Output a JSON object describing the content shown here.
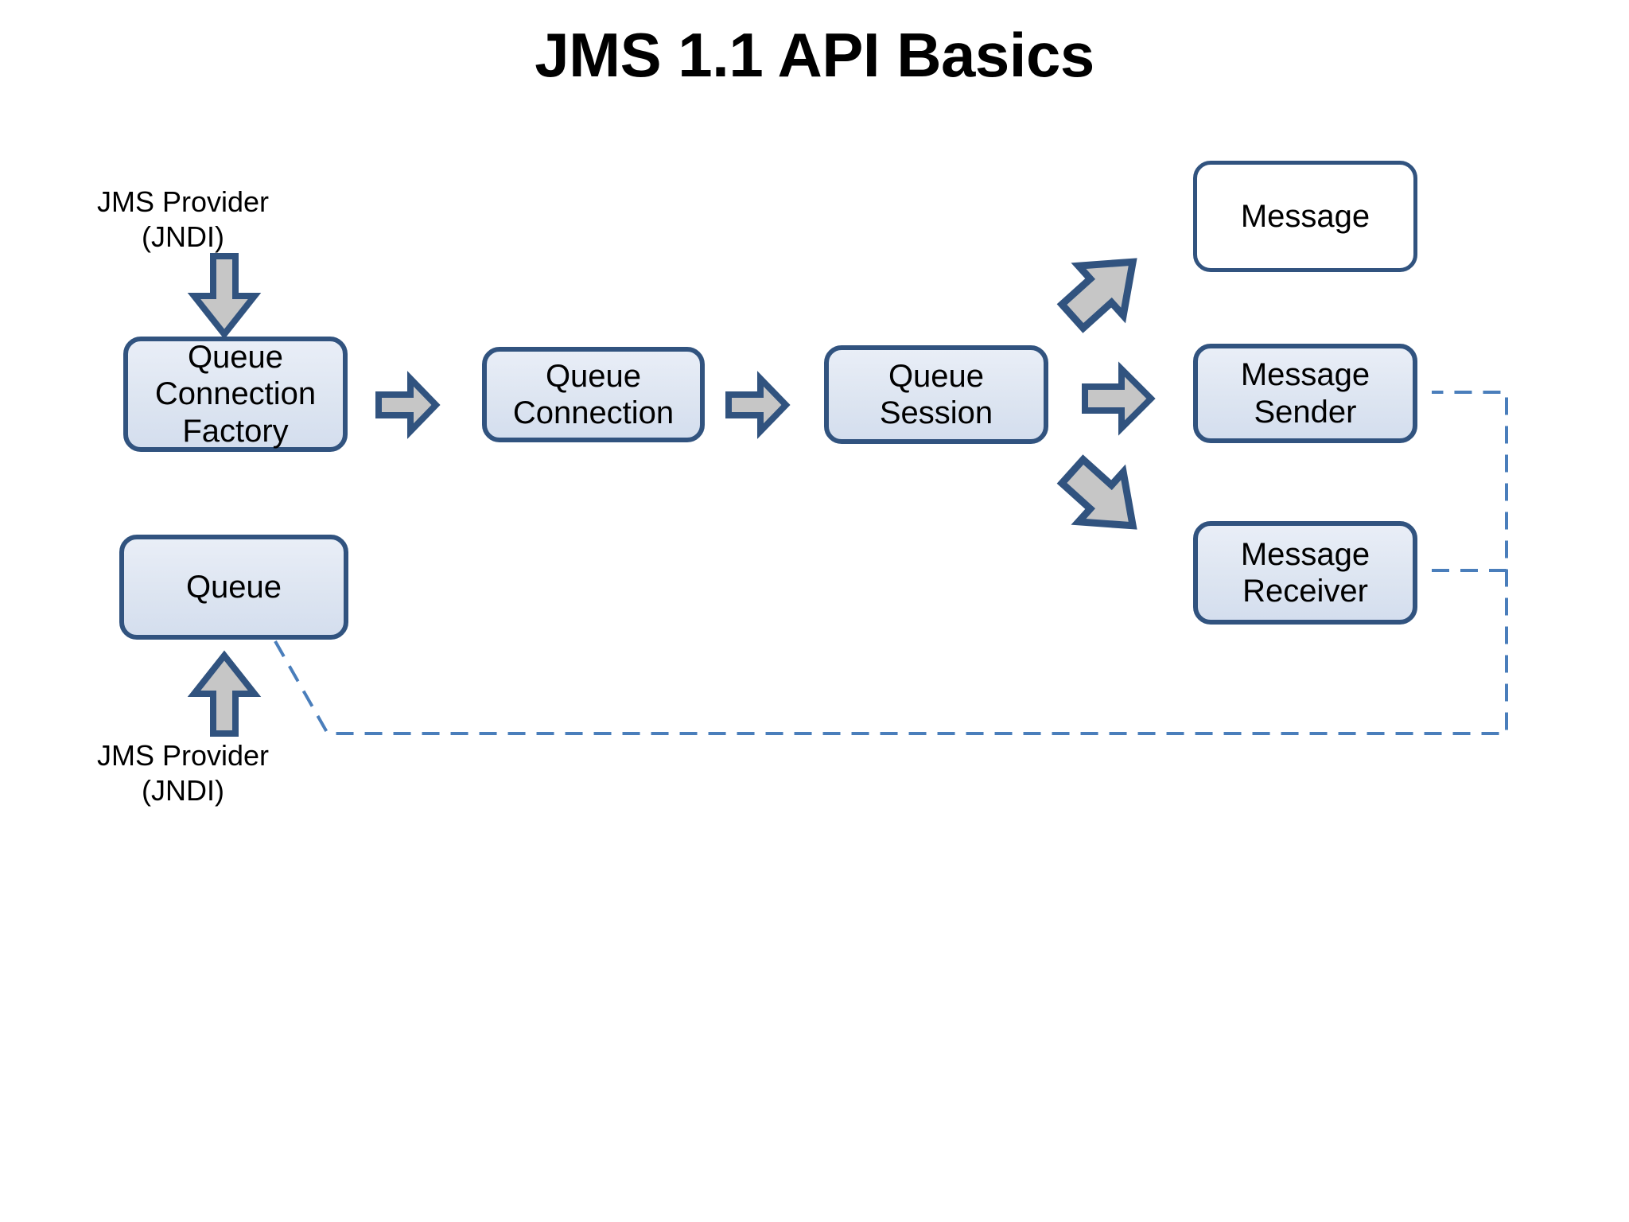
{
  "page": {
    "title": "JMS 1.1 API Basics",
    "background": "#ffffff"
  },
  "colors": {
    "box_border": "#31537f",
    "box_fill_top": "#e9eef7",
    "box_fill_bottom": "#d4deee",
    "box_fill_plain": "#ffffff",
    "arrow_fill": "#c6c6c6",
    "arrow_border": "#31537f",
    "connector_line": "#4a7ebb",
    "text": "#000000"
  },
  "diagram": {
    "type": "flow-diagram",
    "nodes": [
      {
        "id": "queue-connection-factory",
        "label": "Queue\nConnection\nFactory",
        "fill": "gradient"
      },
      {
        "id": "queue-connection",
        "label": "Queue\nConnection",
        "fill": "gradient"
      },
      {
        "id": "queue-session",
        "label": "Queue\nSession",
        "fill": "gradient"
      },
      {
        "id": "message",
        "label": "Message",
        "fill": "white"
      },
      {
        "id": "message-sender",
        "label": "Message\nSender",
        "fill": "gradient"
      },
      {
        "id": "message-receiver",
        "label": "Message\nReceiver",
        "fill": "gradient"
      },
      {
        "id": "queue",
        "label": "Queue",
        "fill": "gradient"
      }
    ],
    "labels": [
      {
        "id": "jms-provider-top",
        "text": "JMS Provider\n(JNDI)"
      },
      {
        "id": "jms-provider-bottom",
        "text": "JMS Provider\n(JNDI)"
      }
    ],
    "arrows": [
      {
        "id": "arrow-jndi-to-factory",
        "direction": "down",
        "style": "block"
      },
      {
        "id": "arrow-factory-to-connection",
        "direction": "right",
        "style": "block"
      },
      {
        "id": "arrow-connection-to-session",
        "direction": "right",
        "style": "block"
      },
      {
        "id": "arrow-session-to-message",
        "direction": "up-right",
        "style": "block"
      },
      {
        "id": "arrow-session-to-sender",
        "direction": "right",
        "style": "block"
      },
      {
        "id": "arrow-session-to-receiver",
        "direction": "down-right",
        "style": "block"
      },
      {
        "id": "arrow-jndi-to-queue",
        "direction": "up",
        "style": "block"
      }
    ],
    "connectors": [
      {
        "id": "connector-queue-to-sender",
        "from": "queue",
        "to": "message-sender",
        "style": "dashed",
        "arrowhead": "open-left"
      },
      {
        "id": "connector-queue-to-receiver",
        "from": "queue",
        "to": "message-receiver",
        "style": "dashed",
        "arrowhead": "open-left"
      }
    ]
  }
}
